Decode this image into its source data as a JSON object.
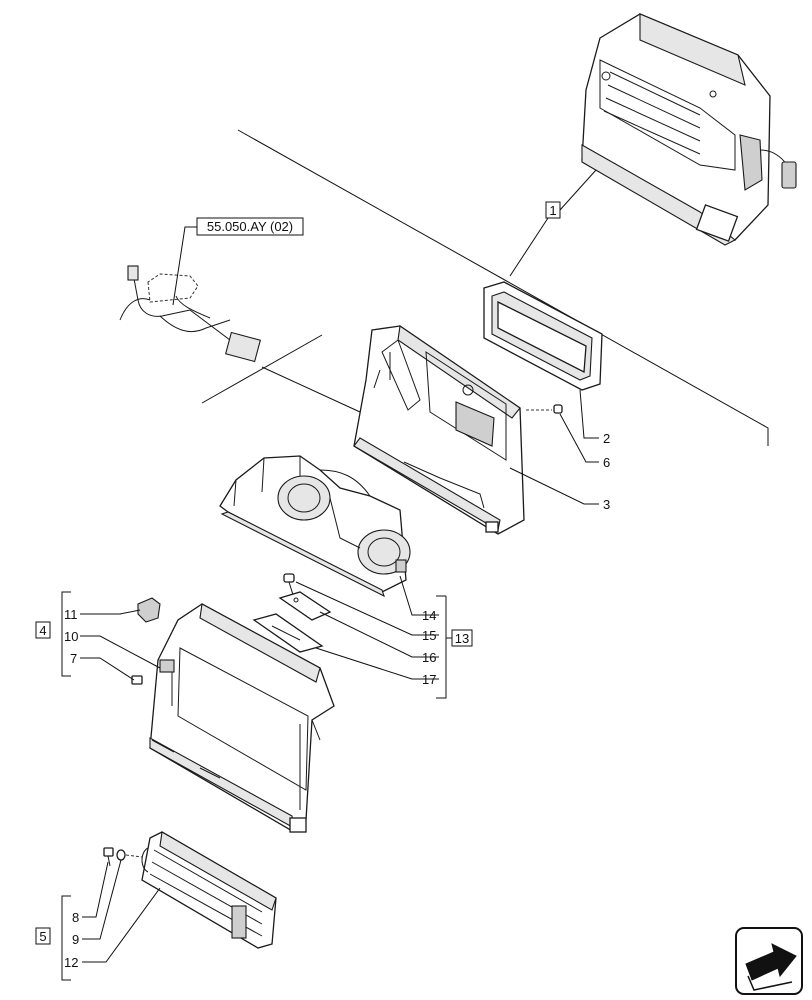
{
  "reference": "55.050.AY (02)",
  "callouts": {
    "c1": "1",
    "c2": "2",
    "c3": "3",
    "c4": "4",
    "c5": "5",
    "c6": "6",
    "c7": "7",
    "c8": "8",
    "c9": "9",
    "c10": "10",
    "c11": "11",
    "c12": "12",
    "c13": "13",
    "c14": "14",
    "c15": "15",
    "c16": "16",
    "c17": "17"
  },
  "icons": {
    "nav": "next-page-arrow-icon"
  }
}
